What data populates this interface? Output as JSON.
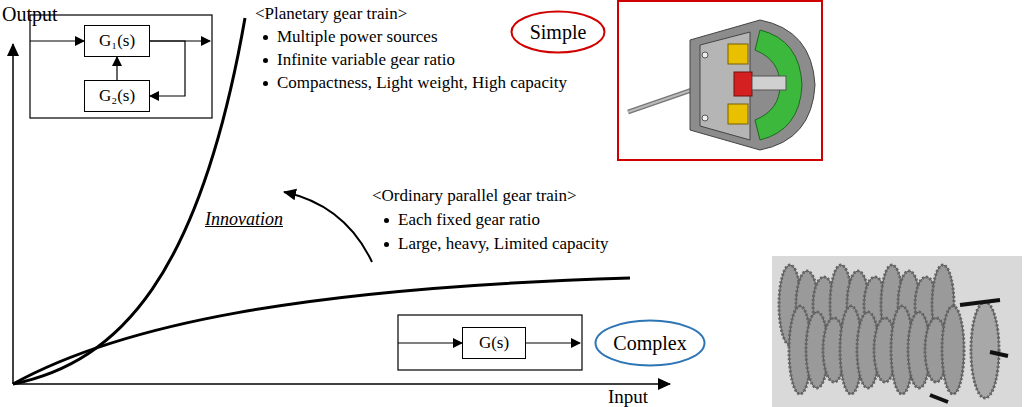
{
  "diagram": {
    "nodes": [
      {
        "text": [
          "G₁(s)"
        ]
      },
      {
        "text": [
          "G₂(s)"
        ]
      },
      {
        "text": [
          "Simple"
        ]
      },
      {
        "text": [
          "G(s)"
        ]
      },
      {
        "text": [
          "Complex"
        ]
      }
    ],
    "edges": [
      {
        "from": 0,
        "to": 1,
        "arrow": "to"
      },
      {
        "from": 1,
        "to": 0,
        "arrow": "to"
      }
    ],
    "labels": [
      "Output",
      "<Planetary gear train>",
      "Multiple power sources",
      "Infinite variable gear ratio",
      "Compactness, Light weight, High capacity",
      "<Ordinary parallel gear train>",
      "Each fixed gear ratio",
      "Large, heavy, Limited capacity",
      "Innovation",
      "Input"
    ]
  }
}
